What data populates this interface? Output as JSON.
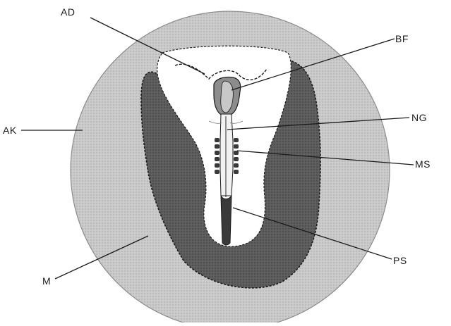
{
  "figure": {
    "labels": {
      "AD": "AD",
      "BF": "BF",
      "NG": "NG",
      "MS": "MS",
      "AK": "AK",
      "PS": "PS",
      "M": "M"
    },
    "colors": {
      "area_opaca": "#c4c4c4",
      "mesoderm": "#5a5a5a",
      "area_pellucida": "#ffffff",
      "ink": "#1a1a1a"
    }
  }
}
